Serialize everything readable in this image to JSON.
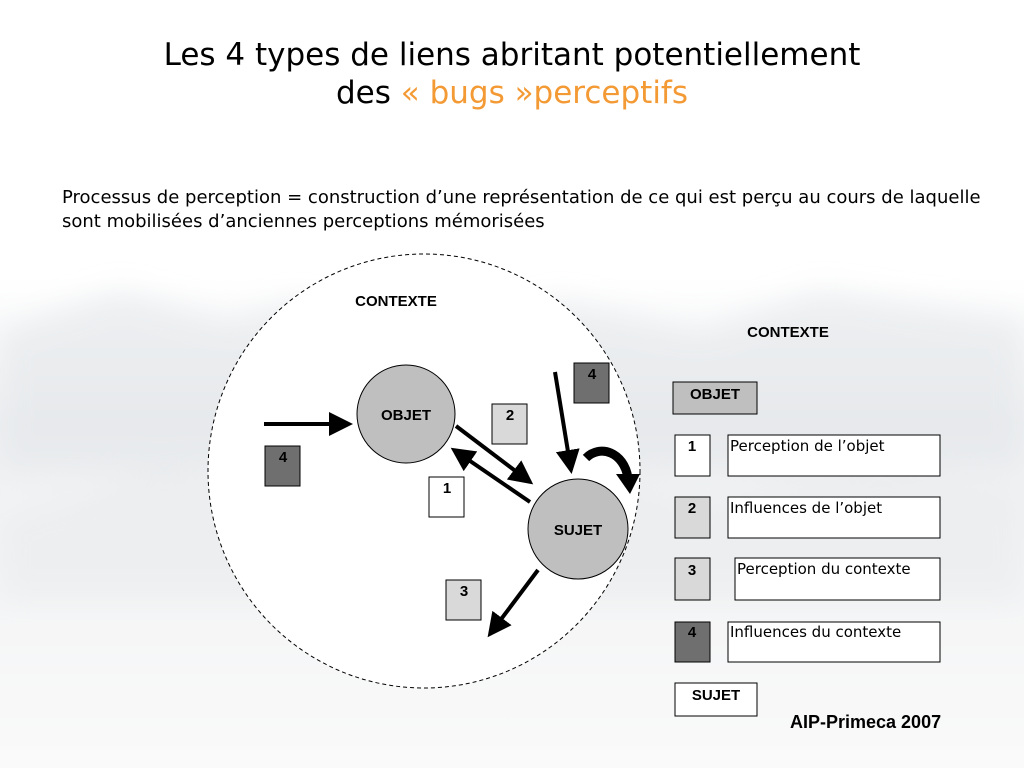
{
  "slide": {
    "title_line1": "Les 4 types de liens abritant potentiellement",
    "title_line2_prefix": "des ",
    "title_line2_accent": "« bugs »perceptifs",
    "description": "Processus de perception = construction d’une représentation de ce qui est perçu au cours de laquelle sont mobilisées d’anciennes perceptions mémorisées",
    "footer": "AIP-Primeca 2007"
  },
  "diagram": {
    "context_label": "CONTEXTE",
    "objet_label": "OBJET",
    "sujet_label": "SUJET",
    "link_numbers": [
      "1",
      "2",
      "3",
      "4",
      "4"
    ]
  },
  "legend": {
    "heading": "CONTEXTE",
    "top_label": "OBJET",
    "bottom_label": "SUJET",
    "items": [
      {
        "num": "1",
        "text": "Perception de l’objet"
      },
      {
        "num": "2",
        "text": "Influences de l’objet"
      },
      {
        "num": "3",
        "text": "Perception du contexte"
      },
      {
        "num": "4",
        "text": "Influences du contexte"
      }
    ]
  },
  "colors": {
    "accent": "#f39a35",
    "link_white": "#ffffff",
    "link_light": "#d9d9d9",
    "link_dark": "#6f6f6f",
    "node_fill": "#bfbfbf"
  }
}
